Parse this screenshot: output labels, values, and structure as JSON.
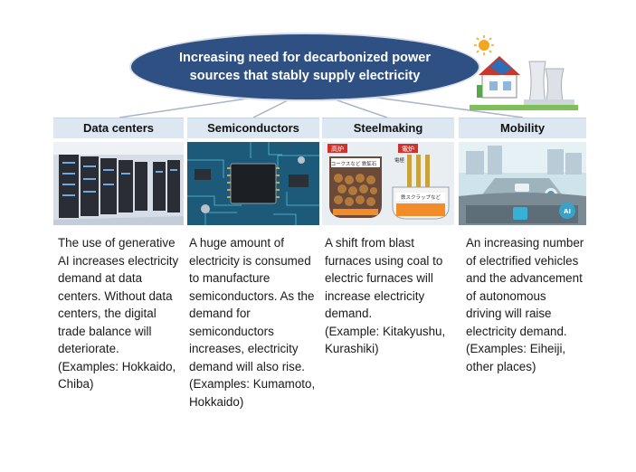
{
  "banner": {
    "text": "Increasing need for decarbonized power sources that stably supply electricity"
  },
  "columns": [
    {
      "heading": "Data centers",
      "image_icon": "server-racks-icon",
      "description": "The use of generative AI increases electricity demand at data centers. Without data centers, the digital trade balance will deteriorate.\n(Examples: Hokkaido, Chiba)"
    },
    {
      "heading": "Semiconductors",
      "image_icon": "circuit-board-icon",
      "description": "A huge amount of electricity is consumed to manufacture semiconductors. As the demand for semiconductors increases, electricity demand will also rise.\n(Examples: Kumamoto, Hokkaido)"
    },
    {
      "heading": "Steelmaking",
      "image_icon": "furnace-comparison-icon",
      "image_labels": [
        "高炉",
        "電炉",
        "コークスなど",
        "鉄鉱石",
        "電極",
        "鉄スクラップなど"
      ],
      "description": "A shift from blast furnaces using coal to electric furnaces will increase electricity demand.\n(Example: Kitakyushu, Kurashiki)"
    },
    {
      "heading": "Mobility",
      "image_icon": "autonomous-vehicle-icon",
      "image_labels": [
        "AI"
      ],
      "description": "An increasing number of electrified vehicles and the advancement of autonomous driving will raise electricity demand.\n(Examples: Eiheiji, other places)"
    }
  ],
  "colors": {
    "banner_fill": "#2e5082",
    "header_fill": "#dde7f2",
    "connector": "#a9b4c4"
  }
}
